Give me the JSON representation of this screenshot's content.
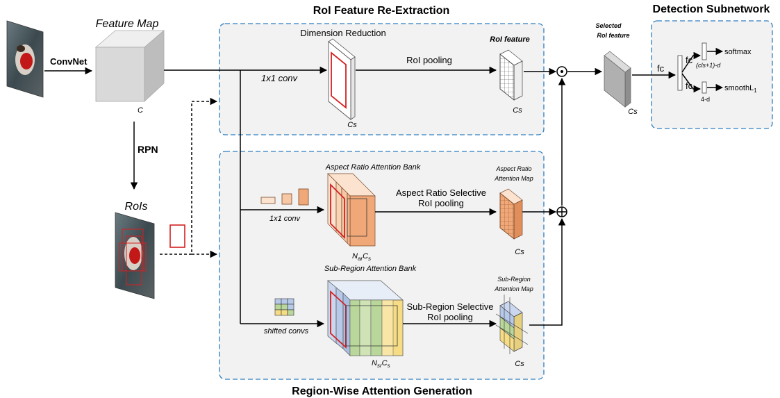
{
  "sections": {
    "roi_reextraction": "RoI Feature Re-Extraction",
    "detection_subnetwork": "Detection Subnetwork",
    "region_wise_attention": "Region-Wise Attention Generation"
  },
  "labels": {
    "feature_map": "Feature Map",
    "convnet": "ConvNet",
    "c_label": "C",
    "rpn": "RPN",
    "rois": "RoIs",
    "dimension_reduction": "Dimension Reduction",
    "conv1x1_top": "1x1 conv",
    "roi_pooling": "RoI pooling",
    "roi_feature": "RoI feature",
    "cs_dimred": "Cs",
    "cs_roifeat": "Cs",
    "selected_roi_feature_1": "Selected",
    "selected_roi_feature_2": "RoI feature",
    "cs_selected": "Cs",
    "fc_main": "fc",
    "fc_cls": "fc",
    "fc_reg": "fc",
    "cls_dim": "(cls+1)-d",
    "reg_dim": "4-d",
    "softmax": "softmax",
    "smooth_l1": "smoothL",
    "smooth_l1_sub": "1",
    "aspect_bank": "Aspect Ratio Attention Bank",
    "conv1x1_mid": "1x1 conv",
    "nar_cs": "NarCs",
    "aspect_selective_1": "Aspect Ratio Selective",
    "aspect_selective_2": "RoI pooling",
    "aspect_map_1": "Aspect Ratio",
    "aspect_map_2": "Attention Map",
    "cs_aspect": "Cs",
    "subregion_bank": "Sub-Region Attention Bank",
    "shifted_convs": "shifted convs",
    "nsr_cs": "NsrCs",
    "subregion_selective_1": "Sub-Region Selective",
    "subregion_selective_2": "RoI pooling",
    "subregion_map_1": "Sub-Region",
    "subregion_map_2": "Attention Map",
    "cs_subregion": "Cs"
  },
  "operators": {
    "multiply": "⊙",
    "add": "⊕"
  },
  "colors": {
    "panel_border": "#2e7ec0",
    "panel_fill": "#f2f2f2",
    "roi_box": "#d42020",
    "aspect_orange": "#f0a878",
    "aspect_light": "#fbe3d0",
    "subregion_blue": "#b7c9e8",
    "subregion_green": "#b9d79a",
    "subregion_yellow": "#f6dc85"
  }
}
